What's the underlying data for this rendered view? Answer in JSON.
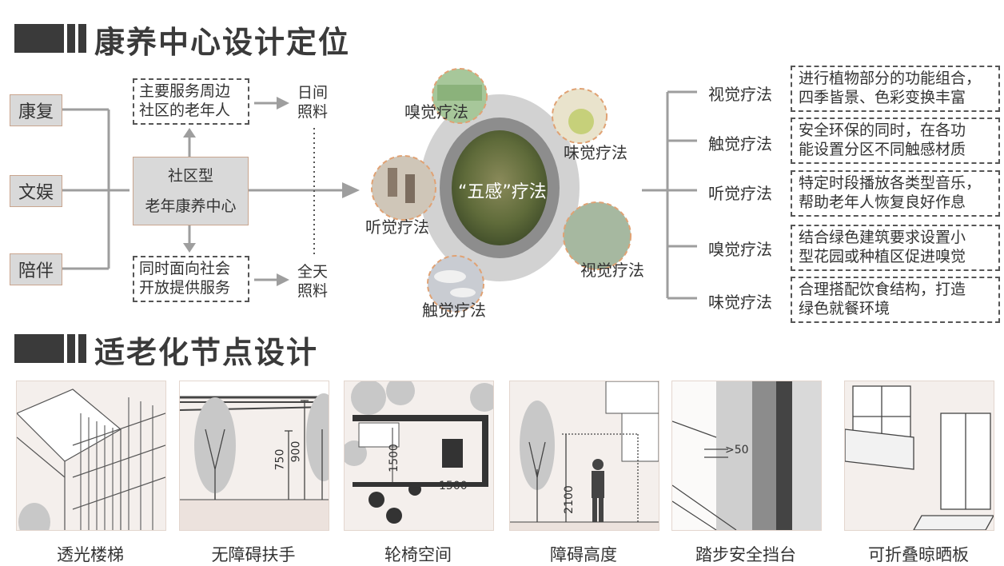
{
  "section1": {
    "title": "康养中心设计定位"
  },
  "section2": {
    "title": "适老化节点设计"
  },
  "left_tags": [
    "康复",
    "文娱",
    "陪伴"
  ],
  "center": {
    "line1": "社区型",
    "line2": "老年康养中心"
  },
  "top_box": {
    "line1": "主要服务周边",
    "line2": "社区的老年人"
  },
  "bottom_box": {
    "line1": "同时面向社会",
    "line2": "开放提供服务"
  },
  "care_day": {
    "line1": "日间",
    "line2": "照料"
  },
  "care_full": {
    "line1": "全天",
    "line2": "照料"
  },
  "five_senses": {
    "center_label": "“五感”疗法",
    "sat": [
      "嗅觉疗法",
      "味觉疗法",
      "听觉疗法",
      "视觉疗法",
      "触觉疗法"
    ]
  },
  "therapies": [
    {
      "name": "视觉疗法",
      "line1": "进行植物部分的功能组合，",
      "line2": "四季皆景、色彩变换丰富"
    },
    {
      "name": "触觉疗法",
      "line1": "安全环保的同时，在各功",
      "line2": "能设置分区不同触感材质"
    },
    {
      "name": "听觉疗法",
      "line1": "特定时段播放各类型音乐，",
      "line2": "帮助老年人恢复良好作息"
    },
    {
      "name": "嗅觉疗法",
      "line1": "结合绿色建筑要求设置小",
      "line2": "型花园或种植区促进嗅觉"
    },
    {
      "name": "味觉疗法",
      "line1": "合理搭配饮食结构，打造",
      "line2": "绿色就餐环境"
    }
  ],
  "nodes": [
    {
      "caption": "透光楼梯"
    },
    {
      "caption": "无障碍扶手",
      "dims": [
        "750",
        "900"
      ]
    },
    {
      "caption": "轮椅空间",
      "dims": [
        "1500",
        "1500"
      ]
    },
    {
      "caption": "障碍高度",
      "dims": [
        "2100"
      ]
    },
    {
      "caption": "踏步安全挡台",
      "dims": [
        ">50"
      ]
    },
    {
      "caption": "可折叠晾晒板"
    }
  ],
  "colors": {
    "accent": "#e0a274",
    "tag_bg": "#d9d9d9",
    "line": "#9e9e9e",
    "dark": "#3a3a3a"
  }
}
